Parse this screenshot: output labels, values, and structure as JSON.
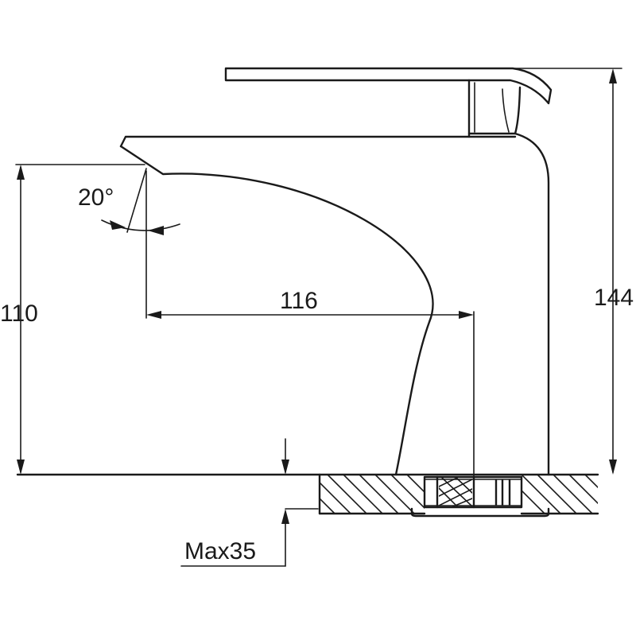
{
  "dimensions": {
    "spout_height": "110",
    "total_height": "144",
    "reach": "116",
    "angle": "20°",
    "deck_thickness": "Max35"
  }
}
